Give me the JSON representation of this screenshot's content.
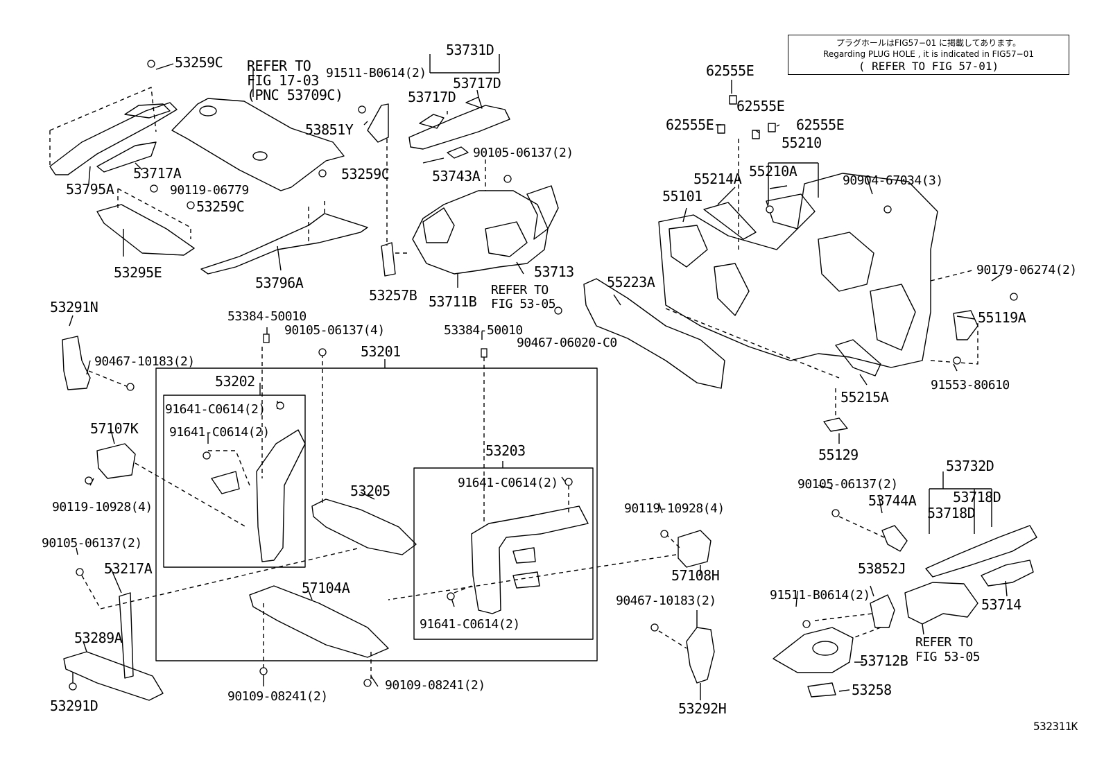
{
  "note": {
    "line1": "プラグホールはFIG57−01 に掲載してあります。",
    "line2": "Regarding PLUG HOLE , it is indicated in FIG57−01",
    "line3": "( REFER TO FIG 57-01)"
  },
  "diagram_id": "532311K",
  "callouts": {
    "c53259C_a": "53259C",
    "refer1703": "REFER TO",
    "refer1703b": "FIG 17-03",
    "refer1703c": "(PNC 53709C)",
    "c53795A": "53795A",
    "c53717A": "53717A",
    "c90119_06779": "90119-06779",
    "c53259C_b": "53259C",
    "c53259C_c": "53259C",
    "c53295E": "53295E",
    "c53796A": "53796A",
    "c53731D": "53731D",
    "c91511_a": "91511-B0614(2)",
    "c53717D_a": "53717D",
    "c53717D_b": "53717D",
    "c53851Y": "53851Y",
    "c90105_06137_a": "90105-06137(2)",
    "c53743A": "53743A",
    "c53713": "53713",
    "c53257B": "53257B",
    "c53711B": "53711B",
    "refer5305a": "REFER TO",
    "refer5305a2": "FIG 53-05",
    "c62555E_a": "62555E",
    "c62555E_b": "62555E",
    "c62555E_c": "62555E",
    "c62555E_d": "62555E",
    "c55210": "55210",
    "c55210A": "55210A",
    "c55214A": "55214A",
    "c55101": "55101",
    "c90904": "90904-67034(3)",
    "c55223A": "55223A",
    "c90179": "90179-06274(2)",
    "c55119A": "55119A",
    "c90467_06020": "90467-06020-C0",
    "c55215A": "55215A",
    "c91553": "91553-80610",
    "c55129": "55129",
    "c53291N": "53291N",
    "c90467_10183_a": "90467-10183(2)",
    "c53384_a": "53384-50010",
    "c90105_06137_b": "90105-06137(4)",
    "c53201": "53201",
    "c53384_b": "53384-50010",
    "c53202": "53202",
    "c91641_a": "91641-C0614(2)",
    "c91641_b": "91641-C0614(2)",
    "c57107K": "57107K",
    "c90119_10928_a": "90119-10928(4)",
    "c53205": "53205",
    "c53203": "53203",
    "c91641_c": "91641-C0614(2)",
    "c91641_d": "91641-C0614(2)",
    "c90105_06137_c": "90105-06137(2)",
    "c53217A": "53217A",
    "c57104A": "57104A",
    "c90119_10928_b": "90119-10928(4)",
    "c57108H": "57108H",
    "c53289A": "53289A",
    "c53291D": "53291D",
    "c90109_a": "90109-08241(2)",
    "c90109_b": "90109-08241(2)",
    "c90467_10183_b": "90467-10183(2)",
    "c53292H": "53292H",
    "c53732D": "53732D",
    "c90105_06137_d": "90105-06137(2)",
    "c53744A": "53744A",
    "c53718D_a": "53718D",
    "c53718D_b": "53718D",
    "c53852J": "53852J",
    "c91511_b": "91511-B0614(2)",
    "c53714": "53714",
    "refer5305b": "REFER TO",
    "refer5305b2": "FIG 53-05",
    "c53712B": "53712B",
    "c53258": "53258"
  }
}
